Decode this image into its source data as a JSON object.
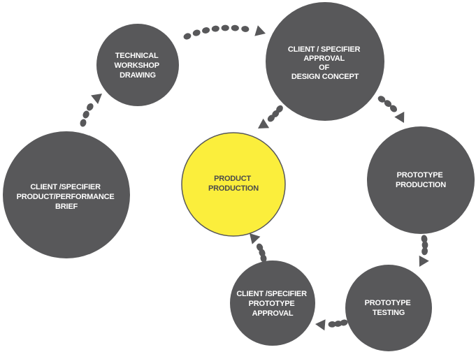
{
  "colors": {
    "node": "#58585a",
    "center": "#fbee3c",
    "center_stroke": "#58585a",
    "connector": "#58585a",
    "label_light": "#ffffff",
    "label_dark": "#4a4a4a",
    "background": "#ffffff"
  },
  "nodes": {
    "brief": {
      "lines": [
        "CLIENT /SPECIFIER",
        "PRODUCT/PERFORMANCE",
        "BRIEF"
      ]
    },
    "drawing": {
      "lines": [
        "TECHNICAL",
        "WORKSHOP",
        "DRAWING"
      ]
    },
    "concept": {
      "lines": [
        "CLIENT / SPECIFIER",
        "APPROVAL",
        "OF",
        "DESIGN CONCEPT"
      ]
    },
    "prototype_production": {
      "lines": [
        "PROTOTYPE",
        "PRODUCTION"
      ]
    },
    "prototype_testing": {
      "lines": [
        "PROTOTYPE",
        "TESTING"
      ]
    },
    "prototype_approval": {
      "lines": [
        "CLIENT /SPECIFIER",
        "PROTOTYPE",
        "APPROVAL"
      ]
    },
    "product_production": {
      "lines": [
        "PRODUCT",
        "PRODUCTION"
      ]
    }
  },
  "connectors": [
    {
      "from": "brief",
      "to": "drawing"
    },
    {
      "from": "drawing",
      "to": "concept"
    },
    {
      "from": "concept",
      "to": "prototype_production"
    },
    {
      "from": "prototype_production",
      "to": "prototype_testing"
    },
    {
      "from": "prototype_testing",
      "to": "prototype_approval"
    },
    {
      "from": "prototype_approval",
      "to": "product_production"
    },
    {
      "from": "concept",
      "to": "product_production"
    }
  ]
}
